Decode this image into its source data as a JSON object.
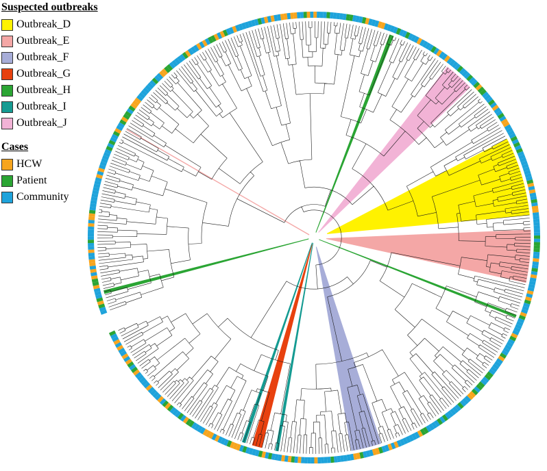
{
  "legend": {
    "outbreaks_title": "Suspected outbreaks",
    "outbreaks": [
      {
        "label": "Outbreak_D",
        "color": "#FFF200"
      },
      {
        "label": "Outbreak_E",
        "color": "#F4A7A6"
      },
      {
        "label": "Outbreak_F",
        "color": "#A7ADD8"
      },
      {
        "label": "Outbreak_G",
        "color": "#E8410F"
      },
      {
        "label": "Outbreak_H",
        "color": "#2BA534"
      },
      {
        "label": "Outbreak_I",
        "color": "#159B92"
      },
      {
        "label": "Outbreak_J",
        "color": "#F2B3D6"
      }
    ],
    "cases_title": "Cases",
    "cases": [
      {
        "label": "HCW",
        "color": "#F7A51E"
      },
      {
        "label": "Patient",
        "color": "#2BA534"
      },
      {
        "label": "Community",
        "color": "#1EA3DB"
      }
    ]
  },
  "tree": {
    "layout": "circular phylogenetic tree",
    "clades": [
      {
        "outbreak": "Outbreak_D",
        "color": "#FFF200"
      },
      {
        "outbreak": "Outbreak_E",
        "color": "#F4A7A6"
      },
      {
        "outbreak": "Outbreak_F",
        "color": "#A7ADD8"
      },
      {
        "outbreak": "Outbreak_G",
        "color": "#E8410F"
      },
      {
        "outbreak": "Outbreak_H",
        "color": "#2BA534"
      },
      {
        "outbreak": "Outbreak_I",
        "color": "#159B92"
      },
      {
        "outbreak": "Outbreak_J",
        "color": "#F2B3D6"
      }
    ],
    "case_ring_colors": [
      "#1EA3DB",
      "#F7A51E",
      "#2BA534"
    ]
  }
}
